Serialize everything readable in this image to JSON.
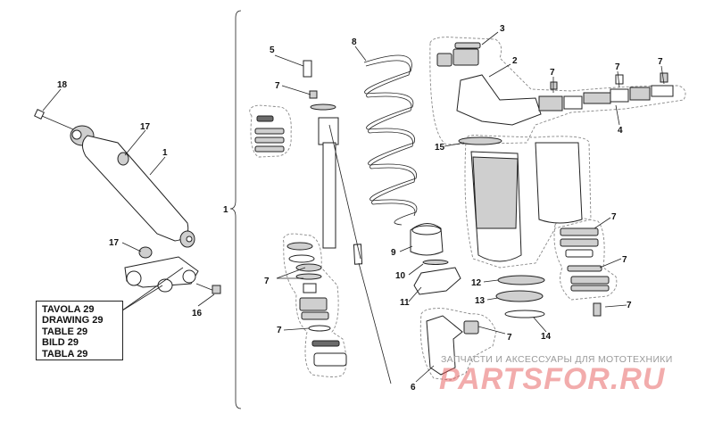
{
  "title_block": {
    "lines": [
      "TAVOLA 29",
      "DRAWING 29",
      "TABLE 29",
      "BILD 29",
      "TABLA 29"
    ]
  },
  "callouts": {
    "c1_main": "1",
    "c1_bracket": "1",
    "c2": "2",
    "c3": "3",
    "c4": "4",
    "c5": "5",
    "c6": "6",
    "c7_a": "7",
    "c7_b": "7",
    "c7_c": "7",
    "c7_d": "7",
    "c7_e": "7",
    "c7_f": "7",
    "c7_g": "7",
    "c7_h": "7",
    "c7_i": "7",
    "c7_j": "7",
    "c8": "8",
    "c9": "9",
    "c10": "10",
    "c11": "11",
    "c12": "12",
    "c13": "13",
    "c14": "14",
    "c15": "15",
    "c16": "16",
    "c17_a": "17",
    "c17_b": "17",
    "c18": "18"
  },
  "watermark": {
    "caption": "ЗАПЧАСТИ И АКСЕССУАРЫ ДЛЯ МОТОТЕХНИКИ",
    "brand": "PARTSFOR.RU"
  },
  "colors": {
    "line": "#222222",
    "part_fill": "#ffffff",
    "shade": "#cfcfcf",
    "watermark": "#e65a5a"
  }
}
